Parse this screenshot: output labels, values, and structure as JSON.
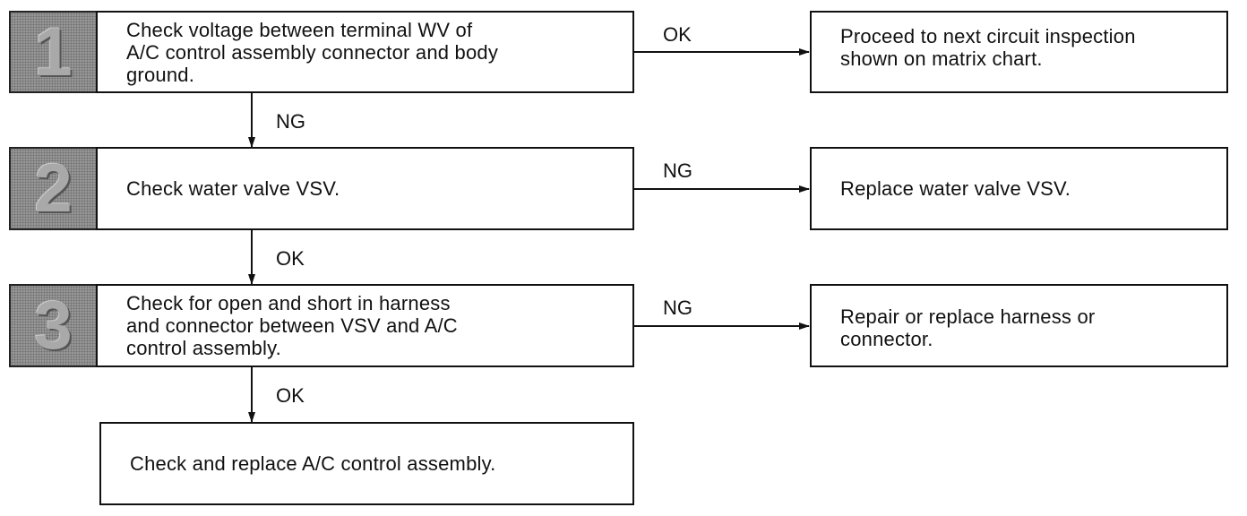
{
  "steps": [
    {
      "number": "1",
      "text": "Check voltage between terminal WV of\nA/C control assembly connector and body\nground."
    },
    {
      "number": "2",
      "text": "Check water valve VSV."
    },
    {
      "number": "3",
      "text": "Check for open and short in harness\nand connector between VSV and A/C\ncontrol assembly."
    }
  ],
  "final_step": {
    "text": "Check and replace A/C control assembly."
  },
  "results": [
    {
      "label": "OK",
      "text": "Proceed to next circuit inspection\nshown on matrix chart."
    },
    {
      "label": "NG",
      "text": "Replace water valve VSV."
    },
    {
      "label": "NG",
      "text": "Repair or replace harness or\nconnector."
    }
  ],
  "down_labels": [
    "NG",
    "OK",
    "OK"
  ]
}
